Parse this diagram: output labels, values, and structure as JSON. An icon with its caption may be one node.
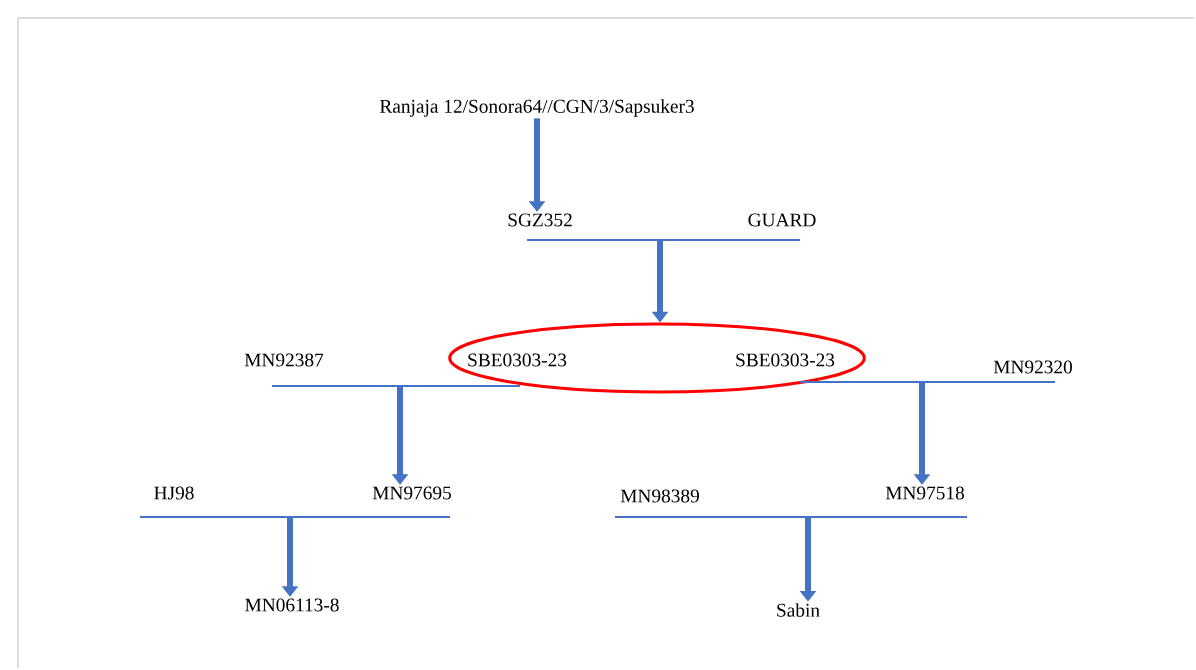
{
  "diagram": {
    "nodes": [
      {
        "text": [
          "Ranjaja 12/Sonora64//CGN/3/Sapsuker3"
        ]
      },
      {
        "text": [
          "SGZ352"
        ]
      },
      {
        "text": [
          "GUARD"
        ]
      },
      {
        "text": [
          "MN92387"
        ]
      },
      {
        "text": [],
        "shape": "ellipse"
      },
      {
        "text": [
          "SBE0303-23"
        ],
        "in": 4
      },
      {
        "text": [
          "SBE0303-23"
        ],
        "in": 4
      },
      {
        "text": [
          "MN92320"
        ]
      },
      {
        "text": [
          "HJ98"
        ]
      },
      {
        "text": [
          "MN97695"
        ]
      },
      {
        "text": [
          "MN98389"
        ]
      },
      {
        "text": [
          "MN97518"
        ]
      },
      {
        "text": [
          "MN06113-8"
        ]
      },
      {
        "text": [
          "Sabin"
        ]
      }
    ],
    "edges": [
      {
        "from": 0,
        "to": 1,
        "arrow": "to",
        "style": "thick"
      },
      {
        "from": 1,
        "to": 4,
        "arrow": "to"
      },
      {
        "from": 2,
        "to": 4,
        "arrow": "to"
      },
      {
        "from": 3,
        "to": 9,
        "arrow": "to"
      },
      {
        "from": 5,
        "to": 9,
        "arrow": "to"
      },
      {
        "from": 6,
        "to": 11,
        "arrow": "to"
      },
      {
        "from": 7,
        "to": 11,
        "arrow": "to"
      },
      {
        "from": 8,
        "to": 12,
        "arrow": "to"
      },
      {
        "from": 9,
        "to": 12,
        "arrow": "to"
      },
      {
        "from": 10,
        "to": 13,
        "arrow": "to"
      },
      {
        "from": 11,
        "to": 13,
        "arrow": "to"
      }
    ]
  }
}
